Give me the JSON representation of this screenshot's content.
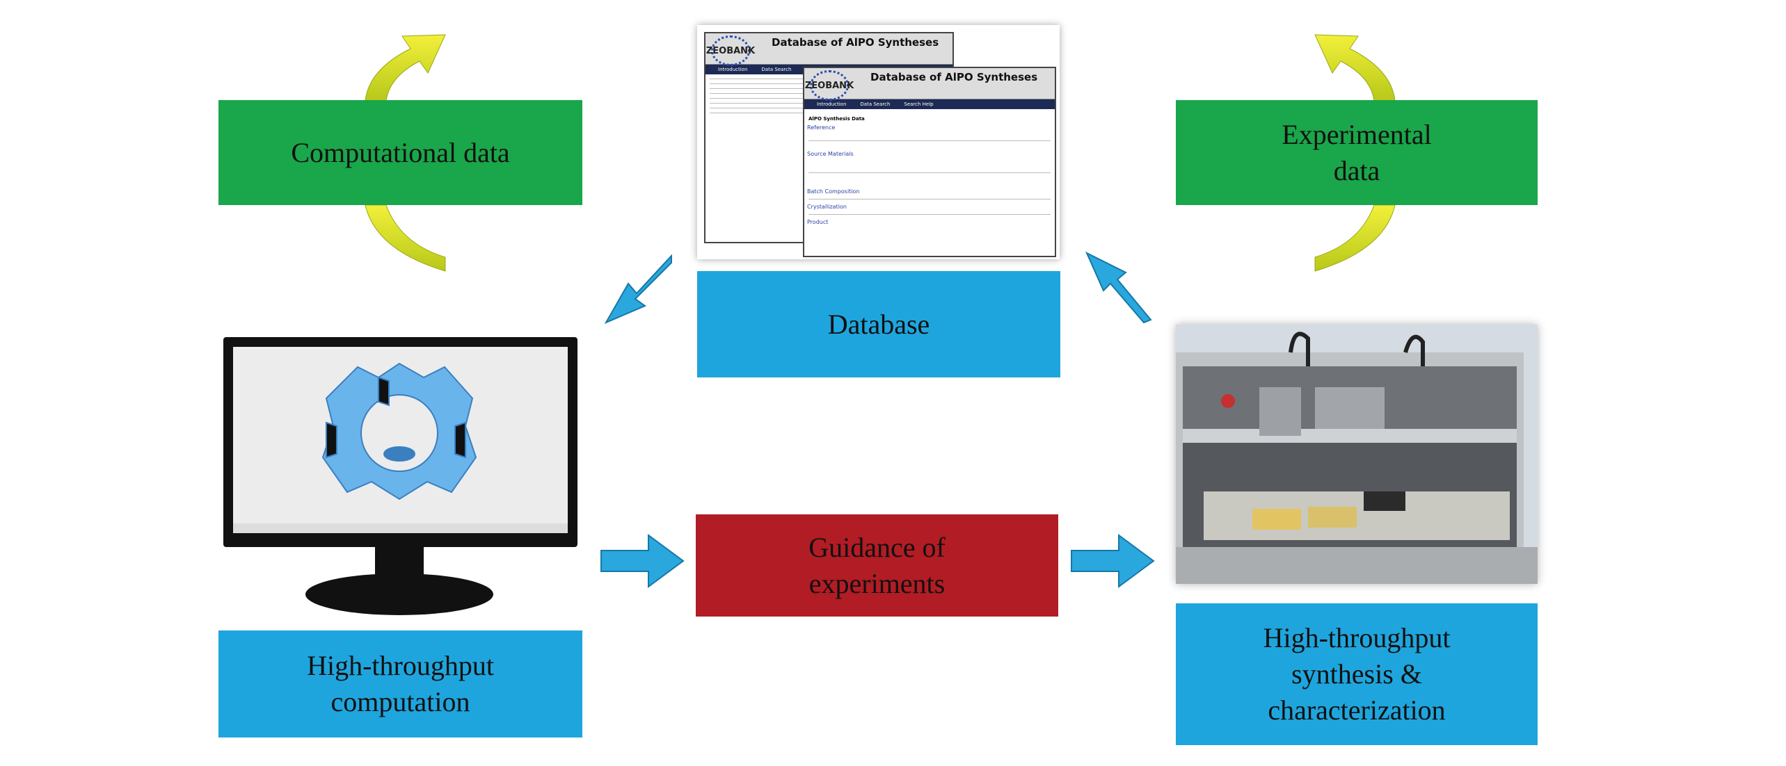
{
  "boxes": {
    "computational_data": "Computational data",
    "experimental_data_1": "Experimental",
    "experimental_data_2": "data",
    "database": "Database",
    "guidance_1": "Guidance of",
    "guidance_2": "experiments",
    "ht_computation_1": "High-throughput",
    "ht_computation_2": "computation",
    "ht_synthesis_1": "High-throughput",
    "ht_synthesis_2": "synthesis &",
    "ht_synthesis_3": "characterization"
  },
  "database_screenshot": {
    "logo": "ZEOBANK",
    "title": "Database of AlPO Syntheses",
    "nav": [
      "Introduction",
      "Data Search",
      "Search Help"
    ],
    "panel_title": "AlPO Synthesis Data",
    "sections": [
      "Reference",
      "Source Materials",
      "Batch Composition",
      "Crystallization",
      "Product"
    ]
  },
  "colors": {
    "green": "#1aa64a",
    "blue": "#1fa5dd",
    "red": "#b21c24",
    "yellow": "#e8ea2a",
    "arrow_blue": "#2aa7dc"
  }
}
